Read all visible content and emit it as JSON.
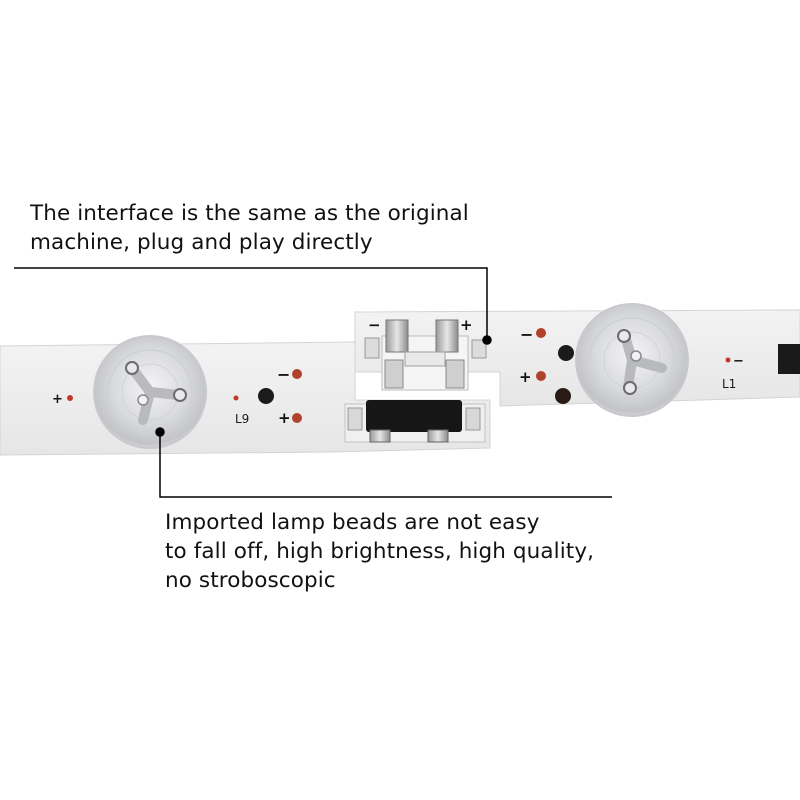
{
  "callouts": {
    "interface": {
      "lines": [
        "The interface is the same as the original",
        "machine, plug and play directly"
      ]
    },
    "lamp_beads": {
      "lines": [
        "Imported lamp beads are not easy",
        "to fall off, high brightness, high quality,",
        "no stroboscopic"
      ]
    }
  },
  "board_markings": {
    "left_led": "L9",
    "right_led": "L1",
    "plus": "+",
    "minus": "−"
  }
}
